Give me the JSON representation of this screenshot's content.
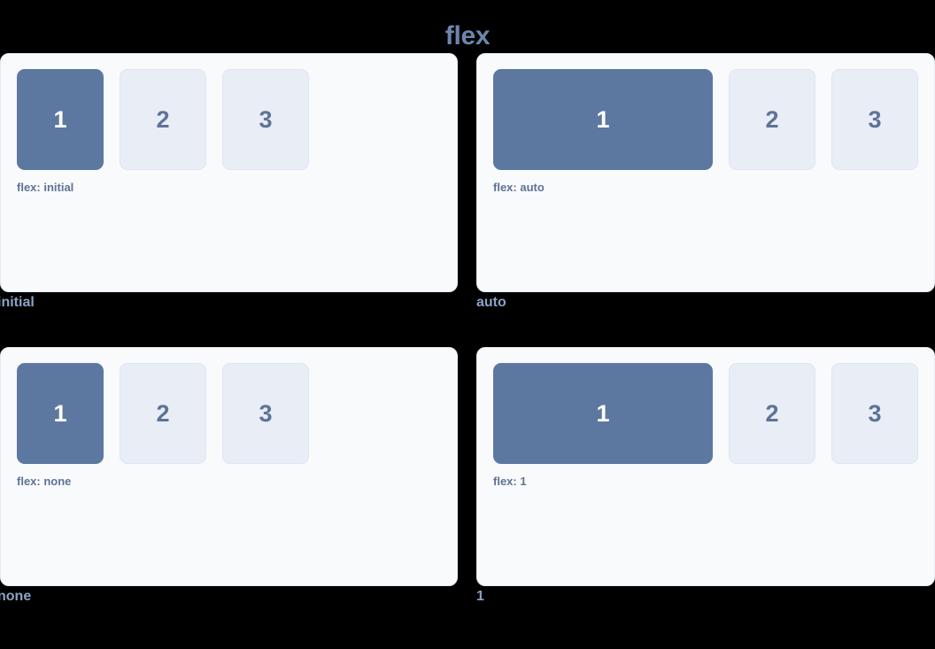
{
  "page": {
    "title": "flex",
    "background_color": "#000000",
    "title_color": "#6d86ab"
  },
  "theme": {
    "panel_bg": "#f8fafc",
    "panel_border": "#e6ebf3",
    "primary_box_bg": "#5d78a0",
    "primary_box_text": "#ffffff",
    "muted_box_bg": "#e9edf6",
    "muted_box_border": "#dfe6f1",
    "muted_box_text": "#5e7396",
    "caption_color": "#5e7396",
    "label_color": "#8ba2c4"
  },
  "demos": [
    {
      "label": "initial",
      "caption": "flex: initial",
      "mode": "initial",
      "boxes": [
        {
          "text": "1",
          "style": "primary"
        },
        {
          "text": "2",
          "style": "muted"
        },
        {
          "text": "3",
          "style": "muted"
        }
      ]
    },
    {
      "label": "auto",
      "caption": "flex: auto",
      "mode": "auto",
      "boxes": [
        {
          "text": "1",
          "style": "primary"
        },
        {
          "text": "2",
          "style": "muted"
        },
        {
          "text": "3",
          "style": "muted"
        }
      ]
    },
    {
      "label": "none",
      "caption": "flex: none",
      "mode": "none",
      "boxes": [
        {
          "text": "1",
          "style": "primary"
        },
        {
          "text": "2",
          "style": "muted"
        },
        {
          "text": "3",
          "style": "muted"
        }
      ]
    },
    {
      "label": "1",
      "caption": "flex: 1",
      "mode": "one",
      "boxes": [
        {
          "text": "1",
          "style": "primary"
        },
        {
          "text": "2",
          "style": "muted"
        },
        {
          "text": "3",
          "style": "muted"
        }
      ]
    }
  ]
}
